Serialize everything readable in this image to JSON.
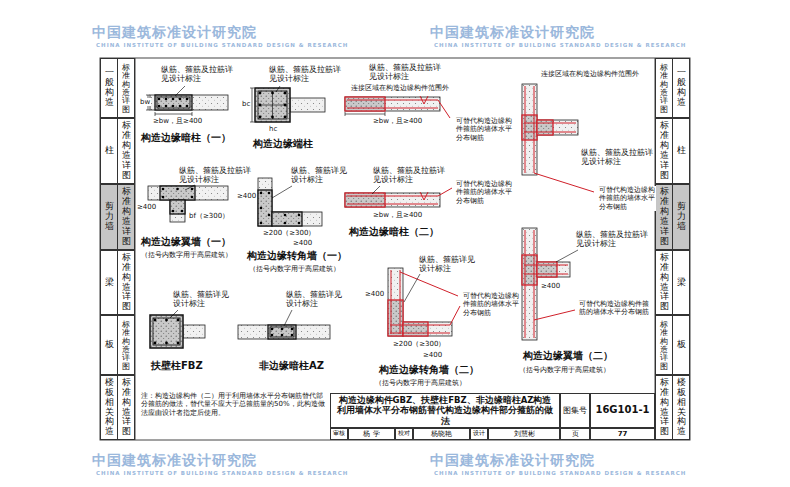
{
  "diagram": {
    "nodes": [
      {
        "text": [
          "一般构造",
          "标准构造详图"
        ]
      },
      {
        "text": [
          "柱",
          "标准构造详图"
        ]
      },
      {
        "text": [
          "剪力墙",
          "标准构造详图"
        ]
      },
      {
        "text": [
          "梁",
          "标准构造详图"
        ]
      },
      {
        "text": [
          "板",
          "标准构造详图"
        ]
      },
      {
        "text": [
          "楼板相关构造",
          "标准构造详图"
        ]
      },
      {
        "text": [
          "标准构造详图",
          "一般构造"
        ]
      },
      {
        "text": [
          "标准构造详图",
          "柱"
        ]
      },
      {
        "text": [
          "标准构造详图",
          "剪力墙"
        ]
      },
      {
        "text": [
          "标准构造详图",
          "梁"
        ]
      },
      {
        "text": [
          "标准构造详图",
          "板"
        ]
      },
      {
        "text": [
          "标准构造详图",
          "楼板相关构造"
        ]
      },
      {
        "text": [
          "构造边缘构件GBZ、扶壁柱FBZ、非边缘暗柱AZ构造 利用墙体水平分布钢筋替代构造边缘构件部分箍筋的做法"
        ]
      },
      {
        "text": [
          "图集号"
        ]
      },
      {
        "text": [
          "16G101-1"
        ]
      },
      {
        "text": [
          "审核"
        ]
      },
      {
        "text": [
          "杨 学"
        ]
      },
      {
        "text": [
          "校对"
        ]
      },
      {
        "text": [
          "杨晓艳"
        ]
      },
      {
        "text": [
          "设计"
        ]
      },
      {
        "text": [
          "刘慧彬"
        ]
      },
      {
        "text": [
          "页"
        ]
      },
      {
        "text": [
          "77"
        ]
      }
    ],
    "labels": [
      "中国建筑标准设计研究院",
      "CHINA INSTITUTE OF BUILDING STANDARD DESIGN & RESEARCH",
      "中国建筑标准设计研究院",
      "CHINA INSTITUTE OF BUILDING STANDARD DESIGN & RESEARCH",
      "中国建筑标准设计研究院",
      "CHINA INSTITUTE OF BUILDING STANDARD DESIGN & RESEARCH",
      "中国建筑标准设计研究院",
      "CHINA INSTITUTE OF BUILDING STANDARD DESIGN & RESEARCH",
      "纵筋、箍筋及拉筋详见设计标注",
      "bw",
      "≥bw，且≥400",
      "构造边缘暗柱（一）",
      "纵筋、箍筋及拉筋详见设计标注",
      "bc",
      "hc",
      "构造边缘端柱",
      "纵筋、箍筋及拉筋详见设计标注",
      "连接区域在构造边缘构件范围外",
      "≥bw，且≥400",
      "可替代构造边缘构件箍筋的墙体水平分布钢筋",
      "连接区域在构造边缘构件范围外",
      "纵筋、箍筋及拉筋详见设计标注",
      "可替代构造边缘构件箍筋的墙体水平分布钢筋",
      "纵筋、箍筋及拉筋详见设计标注",
      "≥400",
      "bf（≥300）",
      "构造边缘翼墙（一）",
      "（括号内数字用于高层建筑）",
      "纵筋、箍筋详见设计标注",
      "≥400",
      "≥200（≥300）",
      "≥400",
      "构造边缘转角墙（一）",
      "（括号内数字用于高层建筑）",
      "纵筋、箍筋及拉筋详见设计标注",
      "可替代构造边缘构件箍筋的墙体水平分布钢筋",
      "≥bw，且≥400",
      "构造边缘暗柱（二）",
      "纵筋、箍筋及拉筋详见设计标注",
      "≥400",
      "可替代构造边缘构件箍筋的墙体水平分布钢筋",
      "构造边缘翼墙（二）",
      "（括号内数字用于高层建筑）",
      "纵筋、箍筋详见设计标注",
      "≥400",
      "≥200（≥300）",
      "≥400",
      "可替代构造边缘构件箍筋的墙体水平分布钢筋",
      "构造边缘转角墙（二）",
      "（括号内数字用于高层建筑）",
      "纵筋、箍筋详见设计标注",
      "扶壁柱FBZ",
      "纵筋、箍筋详见设计标注",
      "非边缘暗柱AZ",
      "注：构造边缘构件（二）用于利用墙体水平分布钢筋替代部分箍筋的做法，替代量不应大于总箍筋量的50%，此构造做法应由设计者指定后使用。"
    ]
  }
}
